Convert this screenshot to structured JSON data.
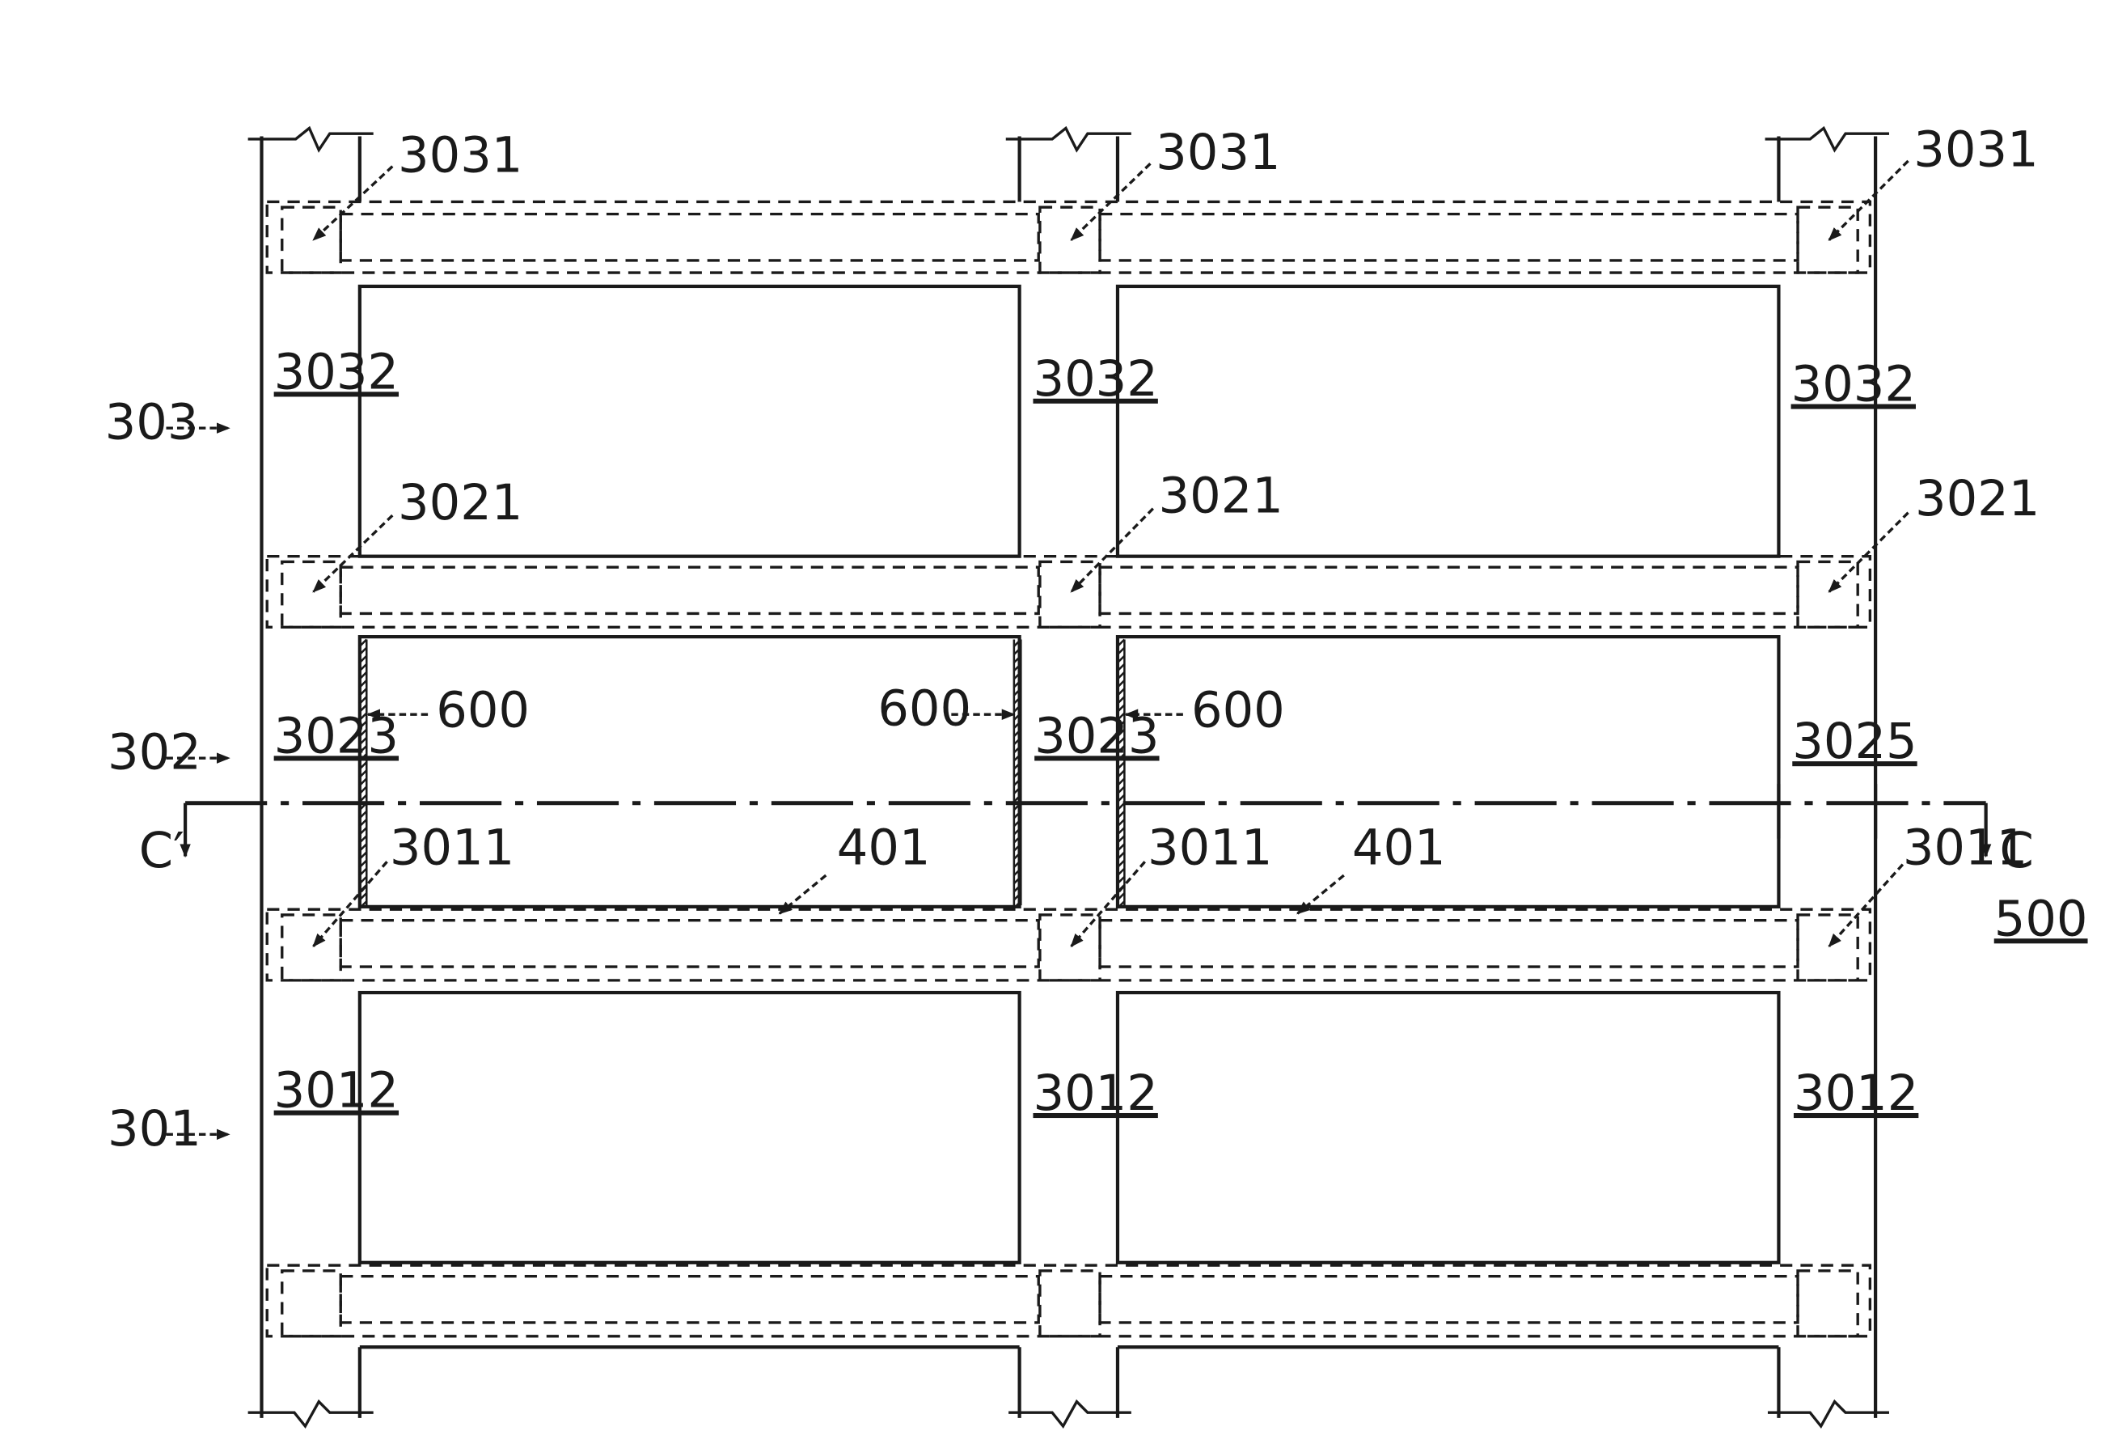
{
  "labels": {
    "l3031": "3031",
    "l3032": "3032",
    "l3021": "3021",
    "l3023": "3023",
    "l3025": "3025",
    "l3011": "3011",
    "l3012": "3012",
    "l600": "600",
    "l401": "401",
    "l303": "303",
    "l302": "302",
    "l301": "301",
    "l500": "500",
    "lC": "C",
    "lCprime": "C′"
  }
}
